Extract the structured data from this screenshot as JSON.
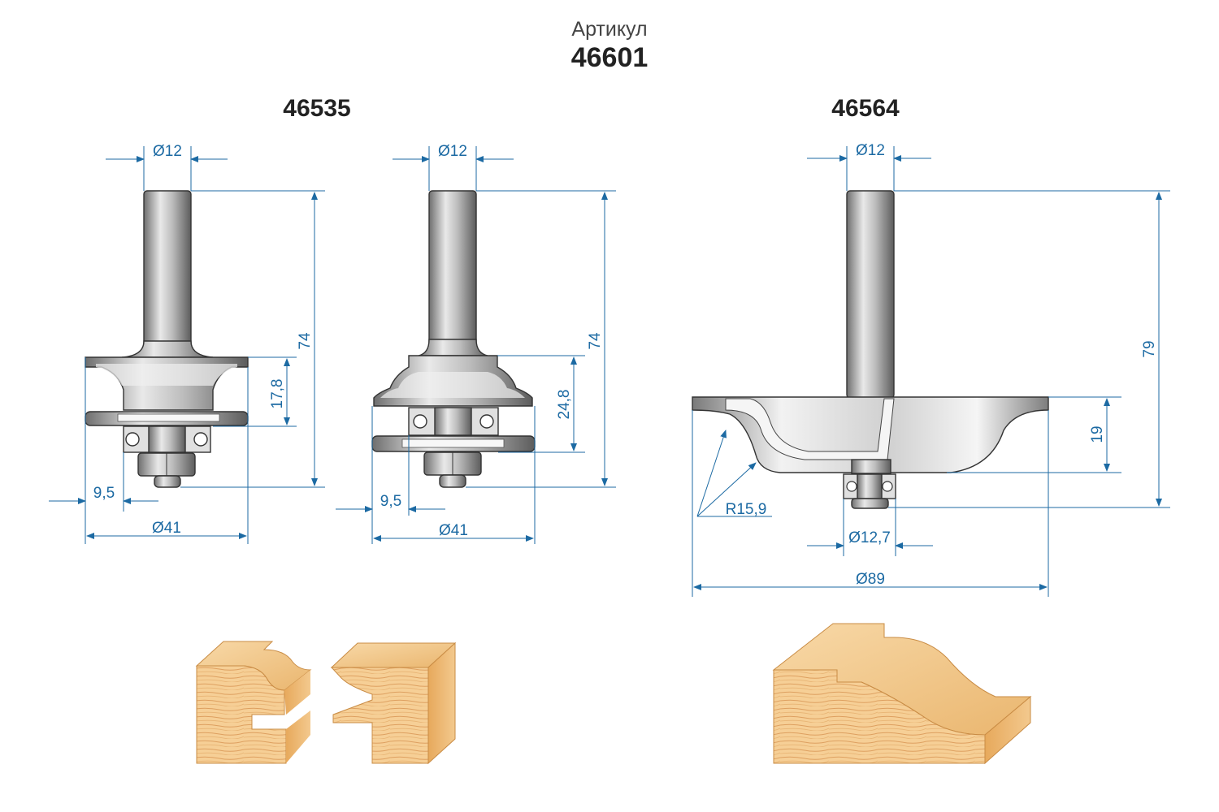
{
  "header": {
    "caption": "Артикул",
    "number": "46601"
  },
  "cutters": [
    {
      "code": "46535",
      "variants": [
        {
          "shank_diameter": "Ø12",
          "total_length": "74",
          "height": "17,8",
          "bearing_offset": "9,5",
          "diameter": "Ø41"
        },
        {
          "shank_diameter": "Ø12",
          "total_length": "74",
          "height": "24,8",
          "bearing_offset": "9,5",
          "diameter": "Ø41"
        }
      ]
    },
    {
      "code": "46564",
      "shank_diameter": "Ø12",
      "total_length": "79",
      "height": "19",
      "radius": "R15,9",
      "bearing_diameter": "Ø12,7",
      "diameter": "Ø89"
    }
  ],
  "colors": {
    "dimension": "#1c6aa3",
    "steel_dark": "#6d6d6d",
    "steel_light": "#e6e6e6",
    "wood": "#f2c88e",
    "wood_dark": "#d99a4e"
  }
}
